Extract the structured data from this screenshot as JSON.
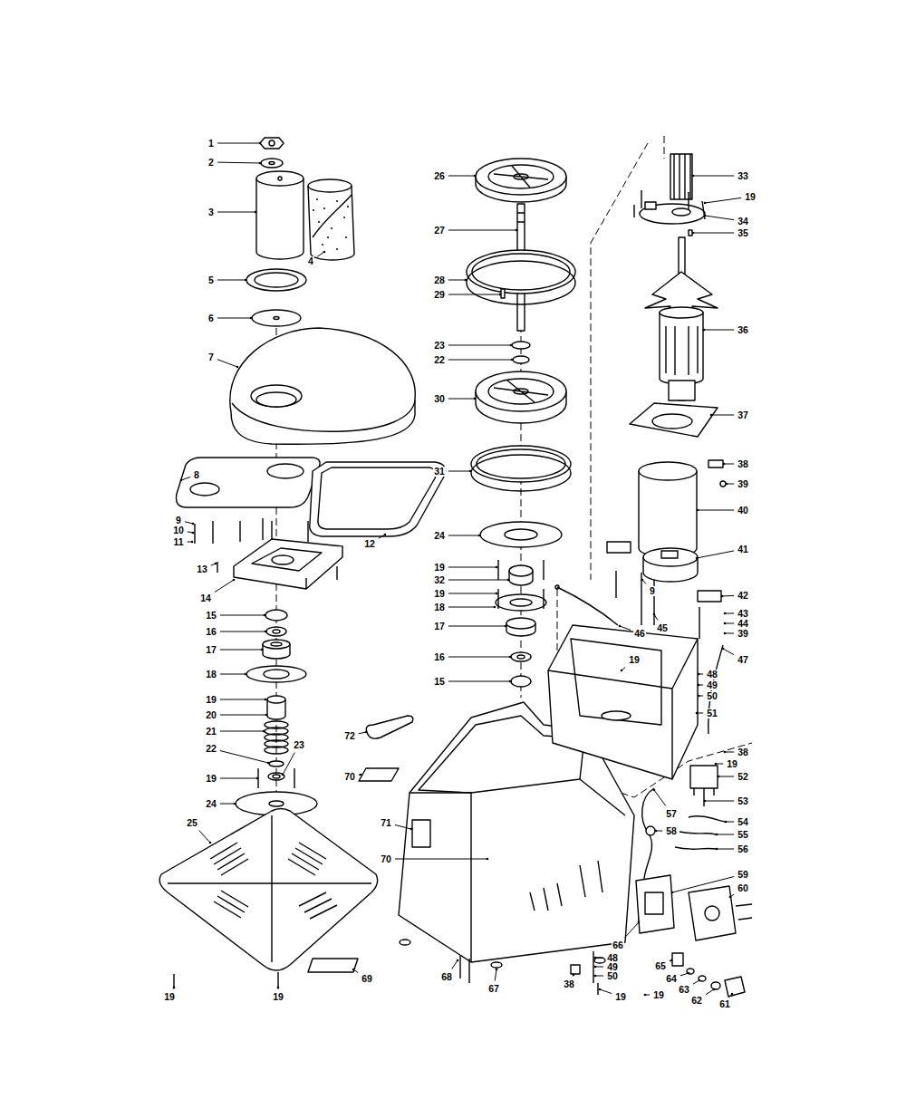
{
  "diagram": {
    "labels": [
      "1",
      "2",
      "3",
      "4",
      "5",
      "6",
      "7",
      "8",
      "9",
      "10",
      "11",
      "12",
      "13",
      "14",
      "15",
      "16",
      "17",
      "18",
      "19",
      "20",
      "21",
      "22",
      "23",
      "19",
      "24",
      "25",
      "19",
      "19",
      "69",
      "26",
      "27",
      "28",
      "29",
      "23",
      "22",
      "30",
      "31",
      "24",
      "19",
      "32",
      "19",
      "18",
      "17",
      "16",
      "15",
      "46",
      "72",
      "70",
      "71",
      "70",
      "68",
      "67",
      "38",
      "19",
      "48",
      "49",
      "50",
      "66",
      "65",
      "64",
      "63",
      "62",
      "61",
      "19",
      "33",
      "19",
      "34",
      "35",
      "36",
      "37",
      "38",
      "39",
      "40",
      "41",
      "9",
      "42",
      "45",
      "43",
      "44",
      "39",
      "47",
      "19",
      "48",
      "49",
      "50",
      "51",
      "38",
      "19",
      "52",
      "53",
      "57",
      "58",
      "54",
      "55",
      "56",
      "59",
      "60"
    ]
  }
}
